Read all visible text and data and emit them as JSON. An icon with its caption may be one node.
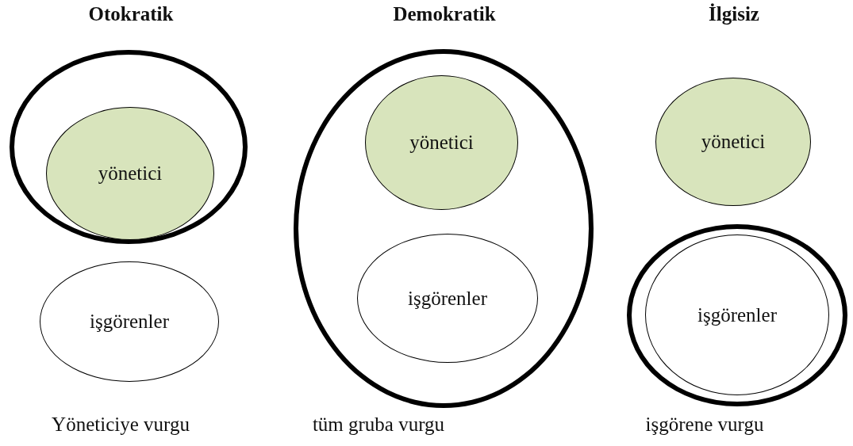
{
  "diagram": {
    "nodes": [
      {
        "text": [],
        "shape": "ellipse"
      },
      {
        "text": [
          "yönetici"
        ],
        "in": 0
      },
      {
        "text": [
          "işgörenler"
        ]
      },
      {
        "text": [],
        "shape": "ellipse"
      },
      {
        "text": [
          "yönetici"
        ],
        "in": 3
      },
      {
        "text": [
          "işgörenler"
        ],
        "in": 3
      },
      {
        "text": [
          "yönetici"
        ]
      },
      {
        "text": [],
        "shape": "ellipse"
      },
      {
        "text": [
          "işgörenler"
        ],
        "in": 7
      }
    ],
    "labels": [
      "Otokratik",
      "Demokratik",
      "İlgisiz",
      "Yöneticiye vurgu",
      "tüm gruba vurgu",
      "işgörene vurgu"
    ]
  }
}
